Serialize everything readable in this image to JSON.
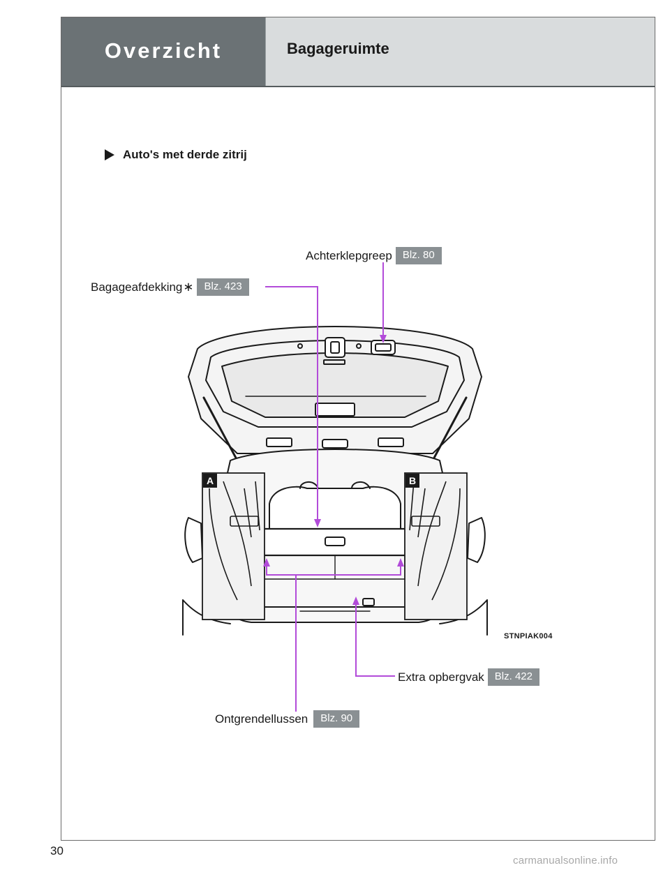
{
  "header": {
    "section": "Overzicht",
    "title": "Bagageruimte"
  },
  "subheading": "Auto's met derde zitrij",
  "callouts": {
    "tailgate_handle": {
      "label": "Achterklepgreep",
      "ref": "Blz. 80"
    },
    "tonneau_cover": {
      "label": "Bagageafdekking",
      "marker": "∗",
      "ref": "Blz. 423"
    },
    "extra_storage": {
      "label": "Extra opbergvak",
      "ref": "Blz. 422"
    },
    "release_loops": {
      "label": "Ontgrendellussen",
      "ref": "Blz. 90"
    }
  },
  "inset_labels": {
    "left": "A",
    "right": "B"
  },
  "figure_code": "STNPIAK004",
  "page_number": "30",
  "watermark": "carmanualsonline.info",
  "colors": {
    "header_dark": "#6b7275",
    "header_light": "#d9dcdd",
    "pill": "#8a9093",
    "leader": "#b24bd9"
  }
}
